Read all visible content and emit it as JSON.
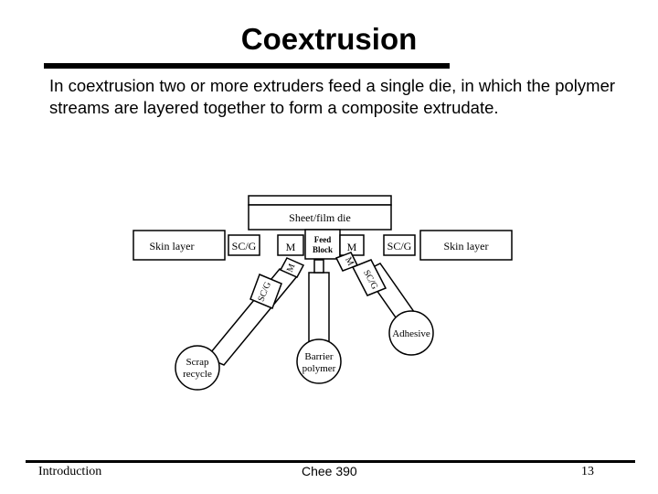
{
  "slide": {
    "title": "Coextrusion",
    "intro": "In coextrusion two or more extruders feed a single die, in which the polymer streams are layered together to form a composite extrudate."
  },
  "diagram": {
    "die_label": "Sheet/film die",
    "feed_block_line1": "Feed",
    "feed_block_line2": "Block",
    "left_skin": "Skin layer",
    "right_skin": "Skin layer",
    "sc_g": "SC/G",
    "m": "M",
    "scrap_line1": "Scrap",
    "scrap_line2": "recycle",
    "barrier_line1": "Barrier",
    "barrier_line2": "polymer",
    "adhesive": "Adhesive"
  },
  "footer": {
    "left": "Introduction",
    "center": "Chee 390",
    "right": "13"
  }
}
